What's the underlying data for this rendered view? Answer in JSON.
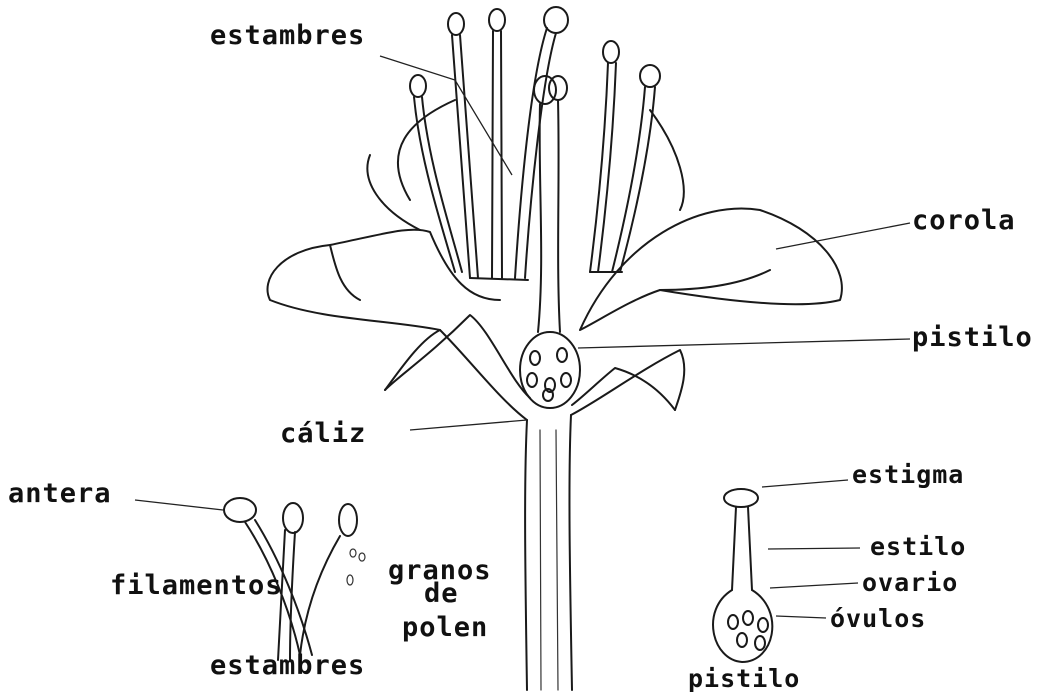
{
  "labels": {
    "estambres_top": "estambres",
    "corola": "corola",
    "pistilo_main": "pistilo",
    "caliz": "cáliz",
    "antera": "antera",
    "filamentos": "filamentos",
    "granos": "granos",
    "de": "de",
    "polen": "polen",
    "estambres_bottom": "estambres",
    "estigma": "estigma",
    "estilo": "estilo",
    "ovario": "ovario",
    "ovulos": "óvulos",
    "pistilo_bottom": "pistilo"
  }
}
